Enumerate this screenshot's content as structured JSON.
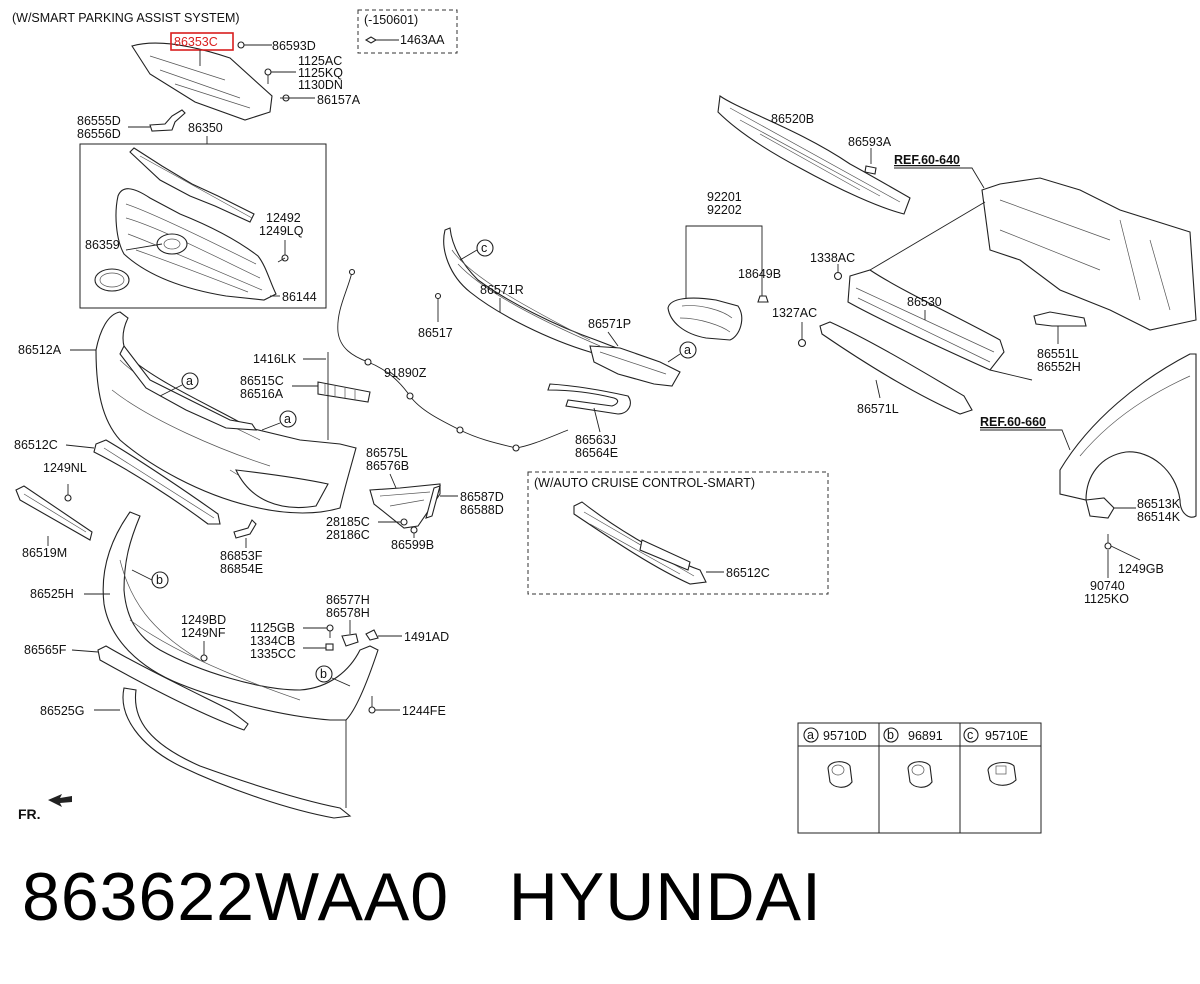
{
  "headers": {
    "smart_parking": "(W/SMART PARKING ASSIST SYSTEM)",
    "date_code": "(-150601)",
    "auto_cruise": "(W/AUTO CRUISE CONTROL-SMART)"
  },
  "refs": {
    "ref_640": "REF.60-640",
    "ref_660": "REF.60-660"
  },
  "labels": {
    "p86353C": "86353C",
    "p86593D": "86593D",
    "p1463AA": "1463AA",
    "p1125AC": "1125AC",
    "p1125KQ": "1125KQ",
    "p1130DN": "1130DN",
    "p86157A": "86157A",
    "p86555D": "86555D",
    "p86556D": "86556D",
    "p86350": "86350",
    "p12492": "12492",
    "p1249LQ": "1249LQ",
    "p86359": "86359",
    "p86144": "86144",
    "p86512A": "86512A",
    "p1416LK": "1416LK",
    "p86515C": "86515C",
    "p86516A": "86516A",
    "p91890Z": "91890Z",
    "p86517": "86517",
    "p86571R": "86571R",
    "p86571P": "86571P",
    "p92201": "92201",
    "p92202": "92202",
    "p18649B": "18649B",
    "p86520B": "86520B",
    "p86593A": "86593A",
    "p1338AC": "1338AC",
    "p1327AC": "1327AC",
    "p86530": "86530",
    "p86571L": "86571L",
    "p86551L": "86551L",
    "p86552H": "86552H",
    "p86512C_a": "86512C",
    "p1249NL": "1249NL",
    "p86519M": "86519M",
    "p86853F": "86853F",
    "p86854E": "86854E",
    "p86575L": "86575L",
    "p86576B": "86576B",
    "p86587D": "86587D",
    "p86588D": "86588D",
    "p28185C": "28185C",
    "p28186C": "28186C",
    "p86599B": "86599B",
    "p86563J": "86563J",
    "p86564E": "86564E",
    "p86512C_b": "86512C",
    "p86513K": "86513K",
    "p86514K": "86514K",
    "p1249GB": "1249GB",
    "p90740": "90740",
    "p1125KO": "1125KO",
    "p86525H": "86525H",
    "p1249BD": "1249BD",
    "p1249NF": "1249NF",
    "p86577H": "86577H",
    "p86578H": "86578H",
    "p1125GB": "1125GB",
    "p1334CB": "1334CB",
    "p1335CC": "1335CC",
    "p1491AD": "1491AD",
    "p86565F": "86565F",
    "p86525G": "86525G",
    "p1244FE": "1244FE",
    "fr": "FR."
  },
  "callouts": {
    "a": "a",
    "b": "b",
    "c": "c"
  },
  "legend": [
    {
      "letter": "a",
      "part": "95710D"
    },
    {
      "letter": "b",
      "part": "96891"
    },
    {
      "letter": "c",
      "part": "95710E"
    }
  ],
  "footer": {
    "part_number": "863622WAA0",
    "brand": "HYUNDAI"
  },
  "colors": {
    "highlight": "#d81e1e",
    "line": "#222222"
  }
}
